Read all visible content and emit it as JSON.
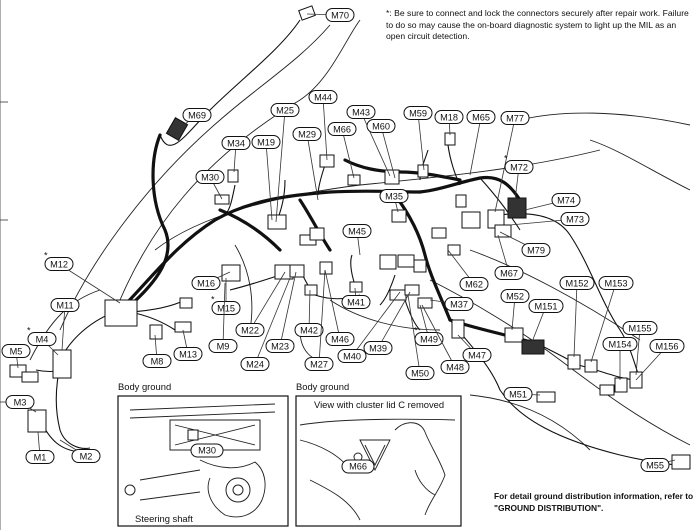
{
  "notes": {
    "top": "*: Be sure to connect and lock the connectors securely after repair work. Failure to do so may cause the on-board diagnostic system to light up the MIL as an open circuit detection.",
    "bottom": "For detail ground distribution information, refer to \"GROUND DISTRIBUTION\"."
  },
  "insets": {
    "left": {
      "title": "Body ground",
      "connector": "M30",
      "caption": "Steering shaft"
    },
    "right": {
      "title": "Body ground",
      "view": "View with cluster lid C removed",
      "connector": "M66"
    }
  },
  "connectors": [
    "M70",
    "M69",
    "M44",
    "M25",
    "M43",
    "M59",
    "M18",
    "M65",
    "M77",
    "M29",
    "M66",
    "M60",
    "M19",
    "M34",
    "M72",
    "M30",
    "M35",
    "M74",
    "M73",
    "M79",
    "M45",
    "M12",
    "M16",
    "M11",
    "M15",
    "M41",
    "M62",
    "M67",
    "M37",
    "M152",
    "M153",
    "M52",
    "M151",
    "M4",
    "M22",
    "M42",
    "M5",
    "M8",
    "M13",
    "M9",
    "M23",
    "M46",
    "M49",
    "M155",
    "M154",
    "M156",
    "M24",
    "M27",
    "M40",
    "M39",
    "M50",
    "M48",
    "M47",
    "M51",
    "M3",
    "M1",
    "M2",
    "M55"
  ],
  "starred": [
    "M12",
    "M4",
    "M72",
    "M15",
    "M49"
  ]
}
